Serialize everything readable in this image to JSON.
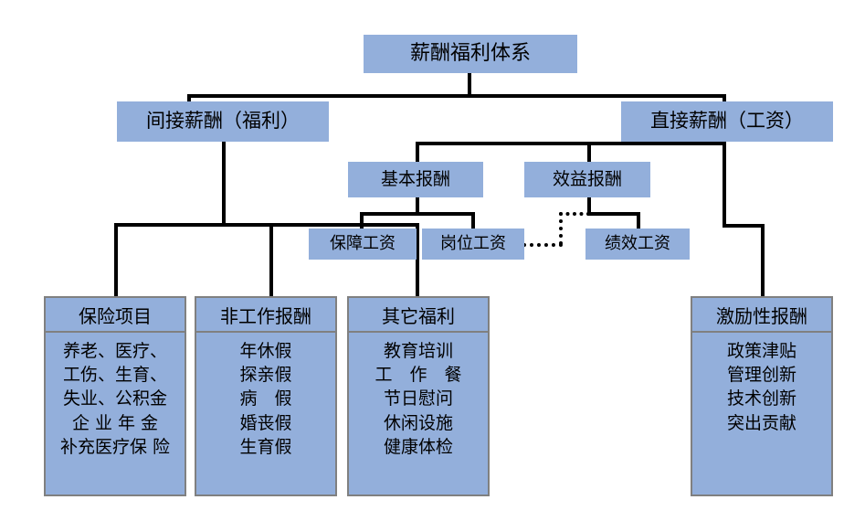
{
  "diagram": {
    "title": "薪酬福利体系",
    "palette": {
      "node_fill": "#93AFDB",
      "node_border": "#808080",
      "connector": "#000000",
      "text": "#000000",
      "background": "#ffffff"
    },
    "root": {
      "label": "薪酬福利体系"
    },
    "level2": {
      "left": {
        "label": "间接薪酬（福利）"
      },
      "right": {
        "label": "直接薪酬（工资）"
      }
    },
    "level3": {
      "basic": {
        "label": "基本报酬"
      },
      "performance": {
        "label": "效益报酬"
      }
    },
    "level4": {
      "guarantee_wage": {
        "label": "保障工资"
      },
      "post_wage": {
        "label": "岗位工资"
      },
      "merit_wage": {
        "label": "绩效工资"
      }
    },
    "panels": [
      {
        "id": "insurance",
        "header": "保险项目",
        "items": [
          "养老、医疗、",
          "工伤、生育、",
          "失业、公积金",
          "企 业 年 金",
          "补充医疗保 险"
        ]
      },
      {
        "id": "non-working-pay",
        "header": "非工作报酬",
        "items": [
          "年休假",
          "探亲假",
          "病　假",
          "婚丧假",
          "生育假"
        ]
      },
      {
        "id": "other-benefits",
        "header": "其它福利",
        "items": [
          "教育培训",
          "工　作　餐",
          "节日慰问",
          "休闲设施",
          "健康体检"
        ]
      },
      {
        "id": "incentive-pay",
        "header": "激励性报酬",
        "items": [
          "政策津贴",
          "管理创新",
          "技术创新",
          "突出贡献"
        ]
      }
    ]
  }
}
